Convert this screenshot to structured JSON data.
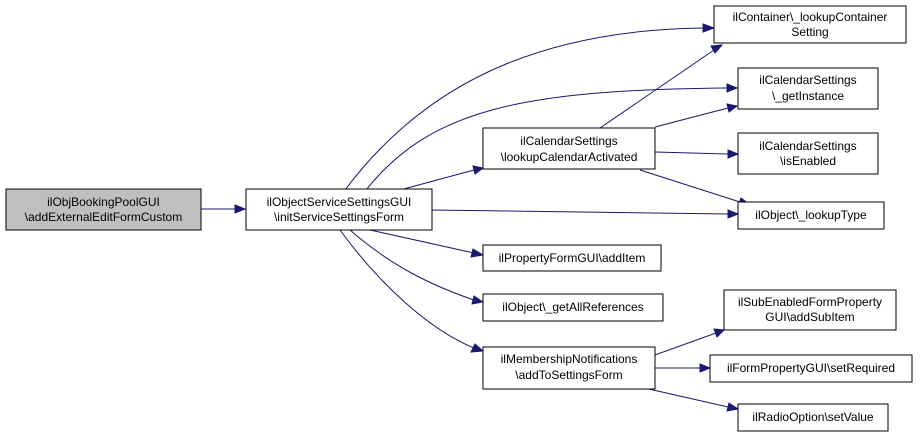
{
  "colors": {
    "edge": "#191970",
    "root_fill": "#bfbfbf",
    "node_fill": "#ffffff",
    "node_border": "#000000"
  },
  "nodes": {
    "root": {
      "line1": "ilObjBookingPoolGUI",
      "line2": "\\addExternalEditFormCustom"
    },
    "initform": {
      "line1": "ilObjectServiceSettingsGUI",
      "line2": "\\initServiceSettingsForm"
    },
    "container": {
      "line1": "ilContainer\\_lookupContainer",
      "line2": "Setting"
    },
    "getinst": {
      "line1": "ilCalendarSettings",
      "line2": "\\_getInstance"
    },
    "calact": {
      "line1": "ilCalendarSettings",
      "line2": "\\lookupCalendarActivated"
    },
    "isenabled": {
      "line1": "ilCalendarSettings",
      "line2": "\\isEnabled"
    },
    "lookuptype": {
      "line1": "ilObject\\_lookupType"
    },
    "additem": {
      "line1": "ilPropertyFormGUI\\addItem"
    },
    "allrefs": {
      "line1": "ilObject\\_getAllReferences"
    },
    "membership": {
      "line1": "ilMembershipNotifications",
      "line2": "\\addToSettingsForm"
    },
    "subitem": {
      "line1": "ilSubEnabledFormProperty",
      "line2": "GUI\\addSubItem"
    },
    "setrequired": {
      "line1": "ilFormPropertyGUI\\setRequired"
    },
    "setvalue": {
      "line1": "ilRadioOption\\setValue"
    }
  }
}
